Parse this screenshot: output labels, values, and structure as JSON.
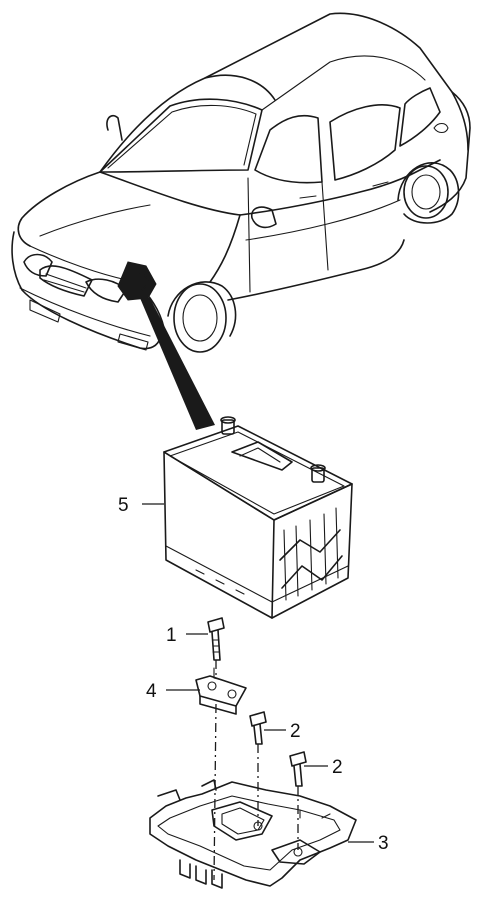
{
  "callouts": [
    {
      "id": "battery",
      "label": "5"
    },
    {
      "id": "bolt-top",
      "label": "1"
    },
    {
      "id": "bracket",
      "label": "4"
    },
    {
      "id": "bolt-mid",
      "label": "2"
    },
    {
      "id": "bolt-right",
      "label": "2"
    },
    {
      "id": "tray",
      "label": "3"
    }
  ]
}
